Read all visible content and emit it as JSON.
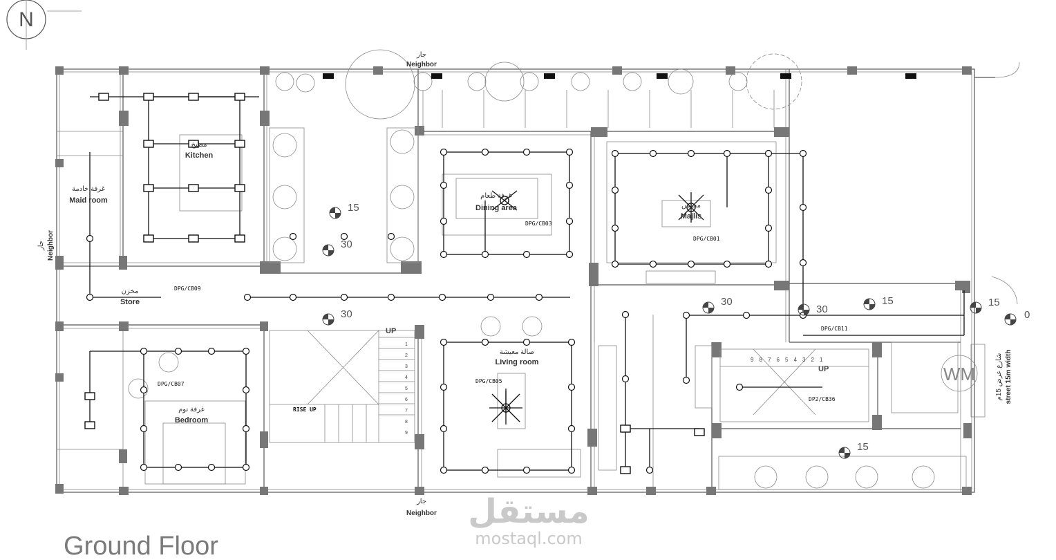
{
  "drawing": {
    "title": "Ground Floor",
    "north_label": "N",
    "watermark_ar": "مستقل",
    "watermark_en": "mostaql.com",
    "meter_label": "WM"
  },
  "neighbors": {
    "top": {
      "ar": "جار",
      "en": "Neighbor"
    },
    "left": {
      "ar": "جار",
      "en": "Neighbor"
    },
    "bottom": {
      "ar": "جار",
      "en": "Neighbor"
    }
  },
  "street": {
    "ar": "شارع عرض 15م",
    "en": "street 15m width"
  },
  "rooms": {
    "kitchen": {
      "ar": "مطبخ",
      "en": "Kitchen"
    },
    "maid_room": {
      "ar": "غرفة خادمة",
      "en": "Maid room"
    },
    "store": {
      "ar": "مخزن",
      "en": "Store"
    },
    "dining": {
      "ar": "غرفة طعام",
      "en": "Dining area"
    },
    "majlis": {
      "ar": "مجلس",
      "en": "Majlis"
    },
    "living": {
      "ar": "صالة معيشة",
      "en": "Living room"
    },
    "bedroom": {
      "ar": "غرفة نوم",
      "en": "Bedroom"
    }
  },
  "circuits": {
    "cb01": "DPG/CB01",
    "cb03": "DPG/CB03",
    "cb05": "DPG/CB05",
    "cb07": "DPG/CB07",
    "cb09": "DPG/CB09",
    "cb11": "DPG/CB11",
    "cb36": "DP2/CB36"
  },
  "stairs": {
    "up1": "UP",
    "up2": "UP",
    "rise_up": "RISE UP",
    "steps_main": [
      "1",
      "2",
      "3",
      "4",
      "5",
      "6",
      "7",
      "8",
      "9"
    ],
    "steps_right": [
      "9",
      "8",
      "7",
      "6",
      "5",
      "4",
      "3",
      "2",
      "1"
    ]
  },
  "levels": {
    "l_15_a": "15",
    "l_30_a": "30",
    "l_30_b": "30",
    "l_30_c": "30",
    "l_30_d": "30",
    "l_15_b": "15",
    "l_15_c": "15",
    "l_0": "0",
    "l_15_d": "15"
  },
  "colors": {
    "wall": "#555555",
    "column": "#777777",
    "wiring": "#111111",
    "watermark": "#c9c9c9"
  }
}
